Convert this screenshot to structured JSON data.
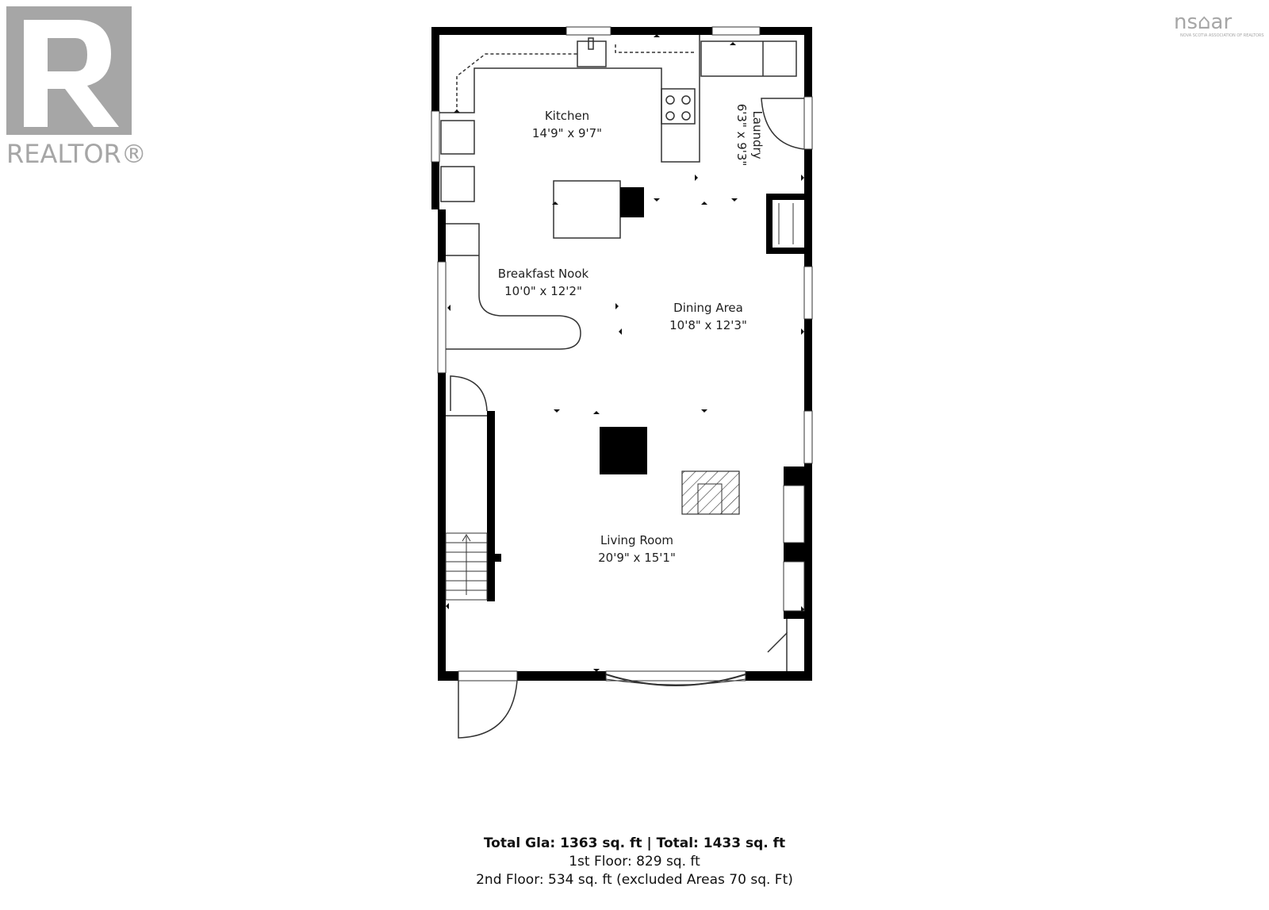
{
  "logos": {
    "realtor_mark": "REALTOR®",
    "association_mark": "ns⌂ar",
    "association_subtext": "NOVA SCOTIA ASSOCIATION OF REALTORS"
  },
  "rooms": {
    "kitchen": {
      "name": "Kitchen",
      "size": "14'9\" x 9'7\""
    },
    "laundry": {
      "name": "Laundry",
      "size": "6'3\" x 9'3\""
    },
    "breakfast_nook": {
      "name": "Breakfast Nook",
      "size": "10'0\" x 12'2\""
    },
    "dining_area": {
      "name": "Dining Area",
      "size": "10'8\" x 12'3\""
    },
    "living_room": {
      "name": "Living Room",
      "size": "20'9\" x 15'1\""
    }
  },
  "summary": {
    "totals": "Total Gla: 1363 sq. ft | Total: 1433 sq. ft",
    "first_floor": "1st Floor: 829 sq. ft",
    "second_floor": "2nd Floor: 534 sq. ft (excluded Areas 70 sq. Ft)"
  },
  "colors": {
    "wall": "#000000",
    "logo_gray": "#a6a6a6",
    "line": "#333333"
  }
}
